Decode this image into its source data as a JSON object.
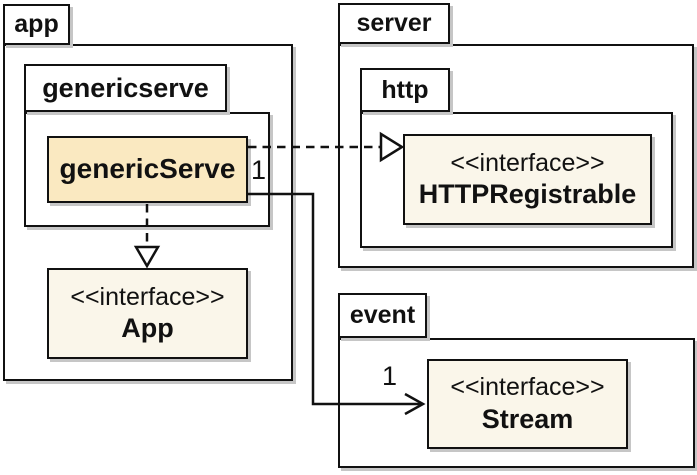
{
  "packages": {
    "app": "app",
    "genericserve": "genericserve",
    "server": "server",
    "http": "http",
    "event": "event"
  },
  "classes": {
    "generic_serve": {
      "name": "genericServe"
    },
    "app_interface": {
      "stereotype": "<<interface>>",
      "name": "App"
    },
    "http_registrable": {
      "stereotype": "<<interface>>",
      "name": "HTTPRegistrable"
    },
    "stream": {
      "stereotype": "<<interface>>",
      "name": "Stream"
    }
  },
  "multiplicities": {
    "generic_serve_end": "1",
    "stream_end": "1"
  },
  "relations": [
    {
      "from": "genericServe",
      "to": "HTTPRegistrable",
      "type": "realization",
      "line": "dashed",
      "arrowhead": "hollow-triangle"
    },
    {
      "from": "genericServe",
      "to": "App",
      "type": "realization",
      "line": "dashed",
      "arrowhead": "hollow-triangle"
    },
    {
      "from": "genericServe",
      "to": "Stream",
      "type": "association",
      "line": "solid",
      "arrowhead": "open-arrow",
      "source_multiplicity": "1",
      "target_multiplicity": "1"
    }
  ],
  "colors": {
    "class_fill": "#fae9c1",
    "interface_fill": "#faf6ea",
    "line": "#111111",
    "shadow": "#c6c6c6",
    "background": "#ffffff"
  }
}
